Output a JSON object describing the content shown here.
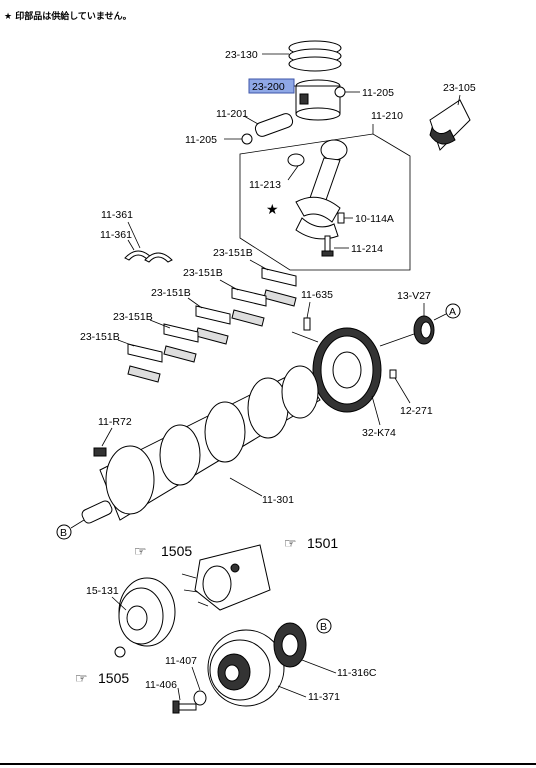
{
  "note": "★ 印部品は供給していません。",
  "labels": {
    "l_23_130": "23-130",
    "l_23_200": "23-200",
    "l_11_205a": "11-205",
    "l_23_105": "23-105",
    "l_11_201": "11-201",
    "l_11_210": "11-210",
    "l_11_205b": "11-205",
    "l_11_213": "11-213",
    "l_10_114a": "10-114A",
    "l_11_214": "11-214",
    "l_11_361a": "11-361",
    "l_11_361b": "11-361",
    "l_23_151b1": "23-151B",
    "l_23_151b2": "23-151B",
    "l_23_151b3": "23-151B",
    "l_23_151b4": "23-151B",
    "l_23_151b5": "23-151B",
    "l_11_635": "11-635",
    "l_13_v27": "13-V27",
    "l_12_271": "12-271",
    "l_32_k74": "32-K74",
    "l_11_r72": "11-R72",
    "l_11_301": "11-301",
    "l_1505a": "1505",
    "l_1501": "1501",
    "l_15_131": "15-131",
    "l_1505b": "1505",
    "l_11_407": "11-407",
    "l_11_406": "11-406",
    "l_11_316c": "11-316C",
    "l_11_371": "11-371"
  },
  "markers": {
    "a1": "A",
    "b1": "B",
    "b2": "B",
    "star": "★"
  },
  "colors": {
    "highlight": "#8fa8e6",
    "line": "#000000"
  }
}
